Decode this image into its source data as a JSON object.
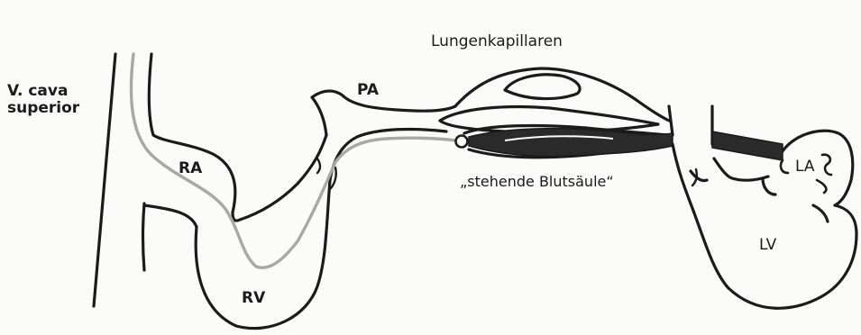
{
  "labels": {
    "vcava_line1": "V. cava",
    "vcava_line2": "superior",
    "lungenkapillaren": "Lungenkapillaren",
    "pa": "PA",
    "ra": "RA",
    "rv": "RV",
    "stehende_blutsaeule": "„stehende Blutsäule“",
    "la": "LA",
    "lv": "LV"
  },
  "colors": {
    "outline": "#1b1b1b",
    "catheter": "#a9a9a4",
    "blood_column": "#2a2a2a",
    "background": "#fbfbf9"
  }
}
